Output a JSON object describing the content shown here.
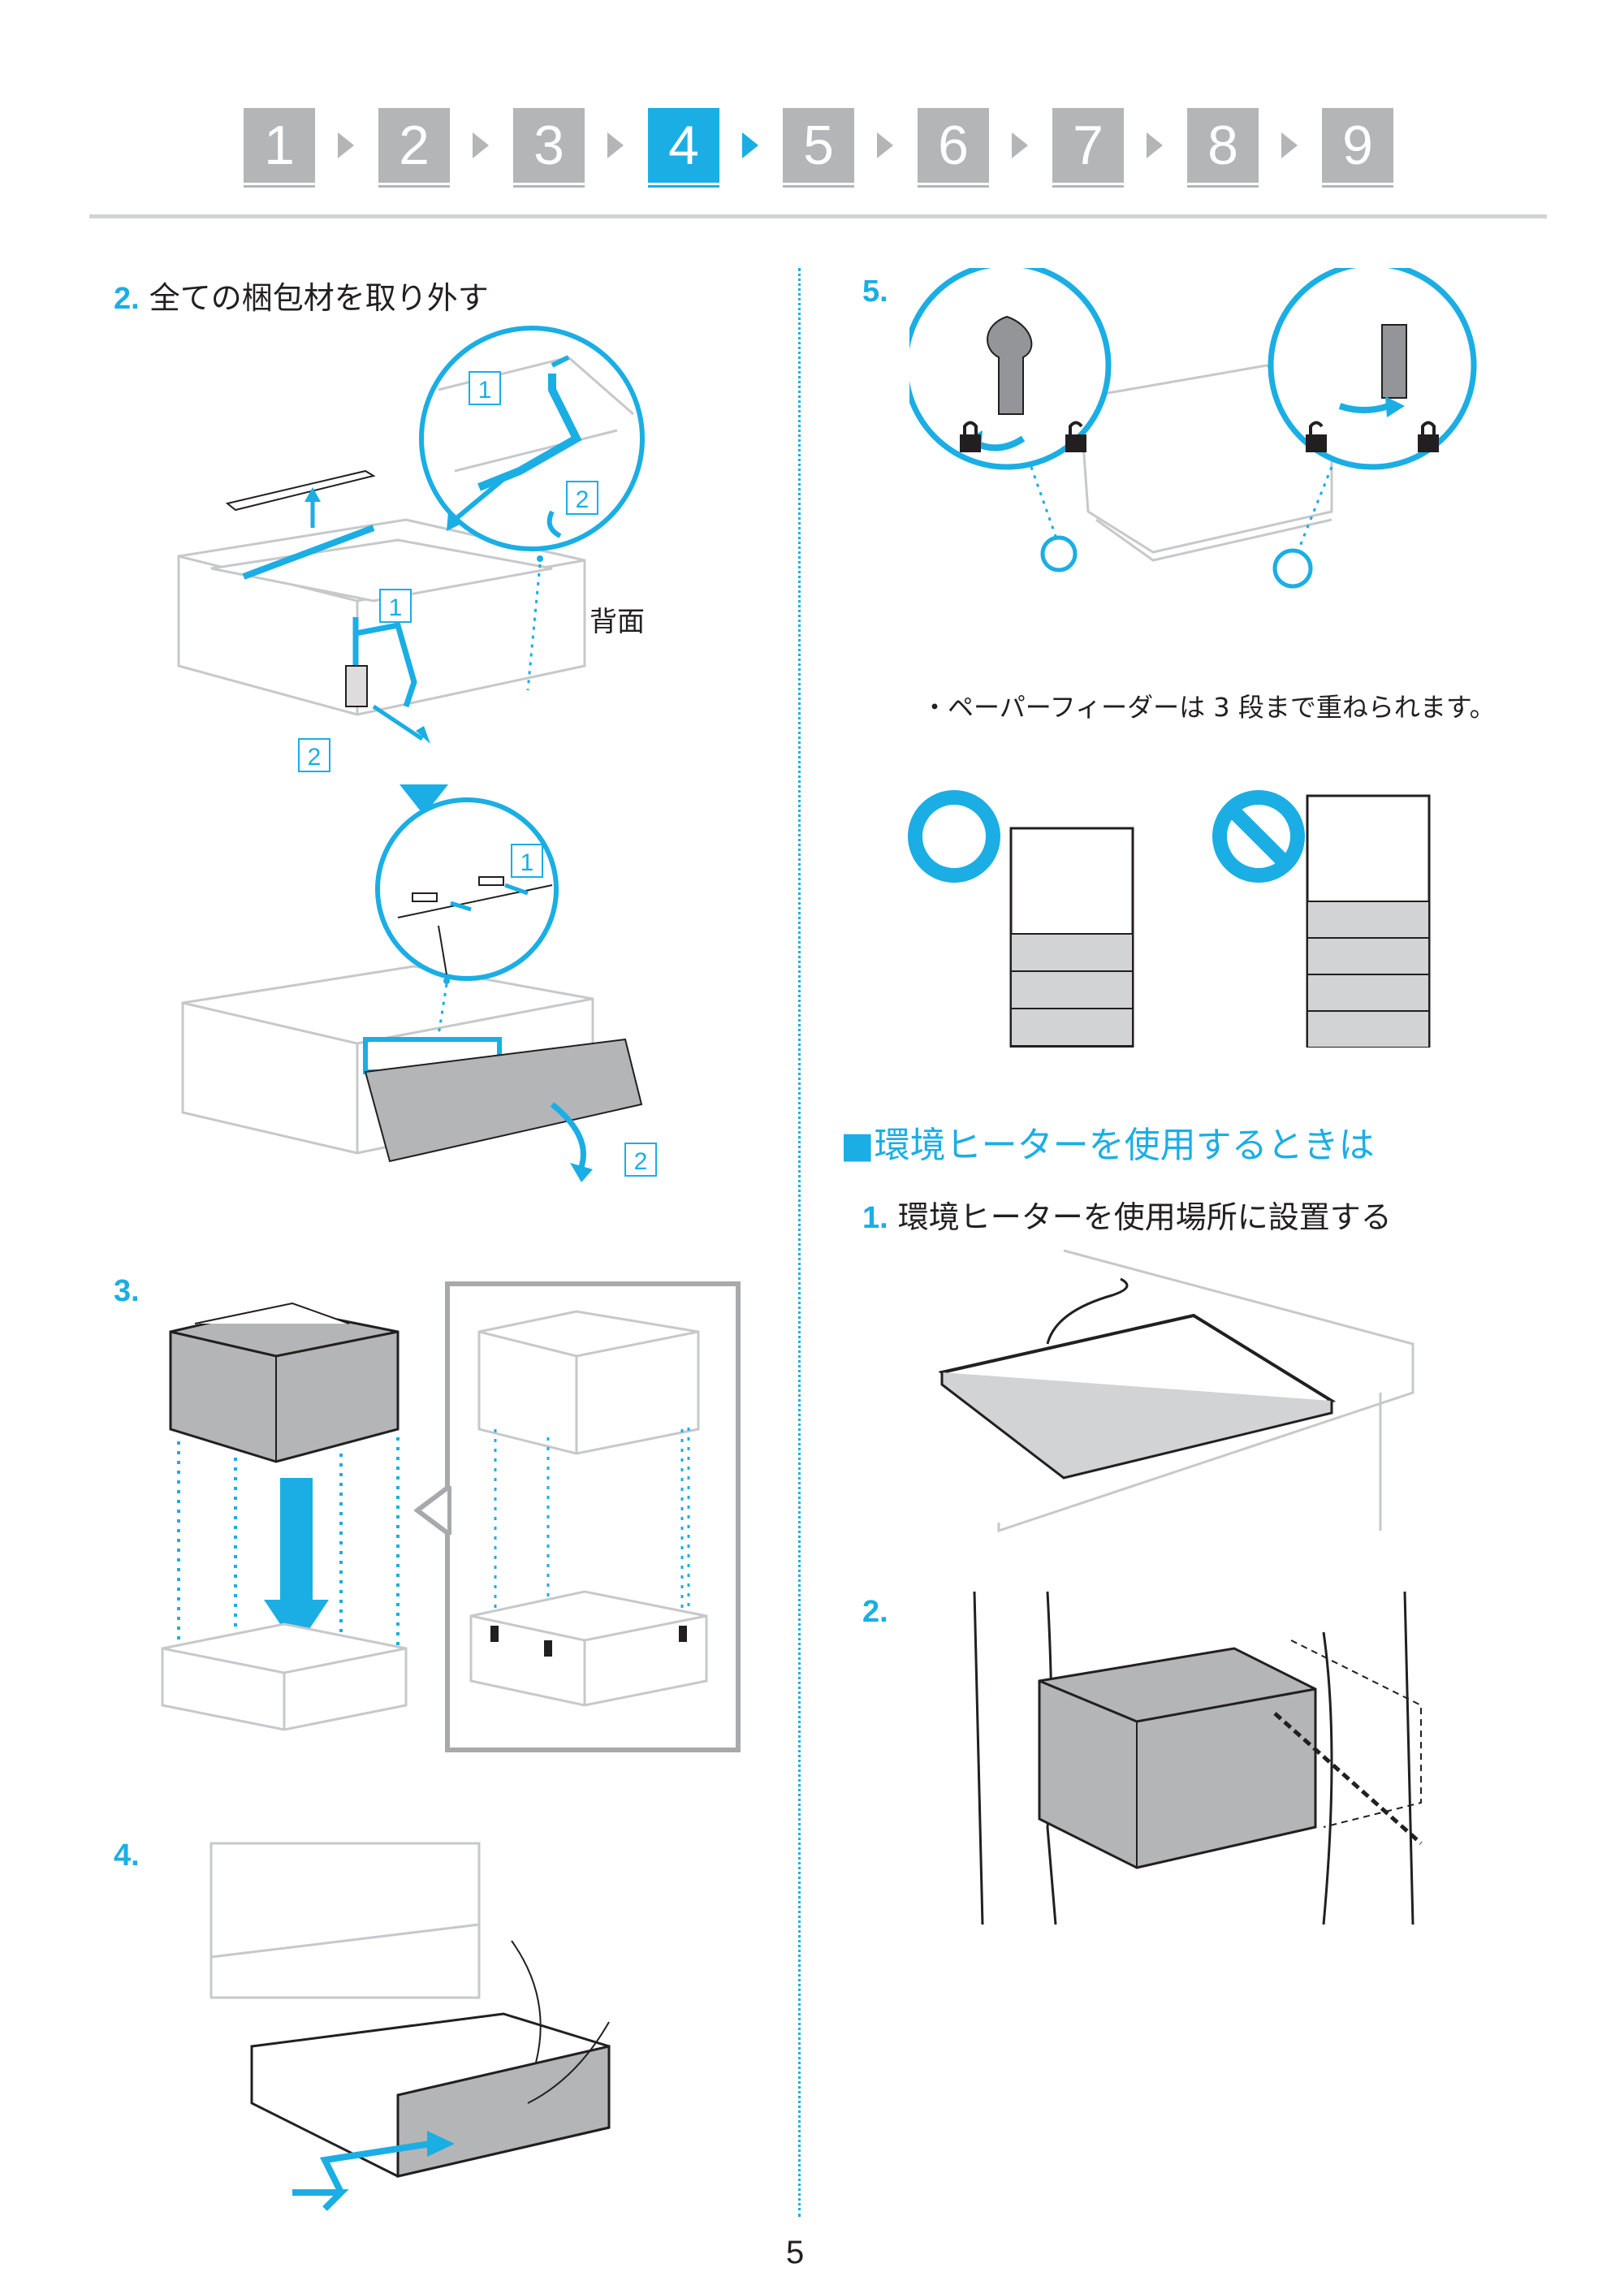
{
  "steps": [
    {
      "label": "1",
      "active": false
    },
    {
      "label": "2",
      "active": false
    },
    {
      "label": "3",
      "active": false
    },
    {
      "label": "4",
      "active": true
    },
    {
      "label": "5",
      "active": false
    },
    {
      "label": "6",
      "active": false
    },
    {
      "label": "7",
      "active": false
    },
    {
      "label": "8",
      "active": false
    },
    {
      "label": "9",
      "active": false
    }
  ],
  "left": {
    "step2": {
      "num": "2.",
      "text": "全ての梱包材を取り外す"
    },
    "callout_1": "1",
    "callout_2": "2",
    "back_label": "背面",
    "step3": {
      "num": "3."
    },
    "step4": {
      "num": "4."
    }
  },
  "right": {
    "step5": {
      "num": "5."
    },
    "note": "ペーパーフィーダーは 3 段まで重ねられます。",
    "section_title": "■環境ヒーターを使用するときは",
    "sub1": {
      "num": "1.",
      "text": "環境ヒーターを使用場所に設置する"
    },
    "sub2": {
      "num": "2."
    }
  },
  "page_number": "5",
  "colors": {
    "accent": "#1aaee5",
    "step_inactive": "#b3b5b7",
    "line": "#d1d3d4"
  }
}
